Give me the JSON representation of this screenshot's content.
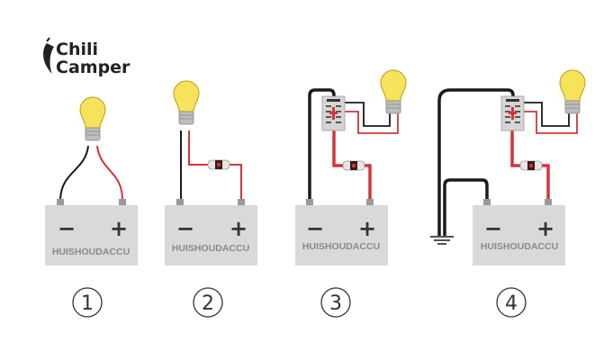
{
  "logo": {
    "line1": "Chili",
    "line2": "Camper"
  },
  "diagrams": [
    {
      "number": "1",
      "battery_label": "HUISHOUDACCU",
      "minus": "−",
      "plus": "+"
    },
    {
      "number": "2",
      "battery_label": "HUISHOUDACCU",
      "minus": "−",
      "plus": "+"
    },
    {
      "number": "3",
      "battery_label": "HUISHOUDACCU",
      "minus": "−",
      "plus": "+"
    },
    {
      "number": "4",
      "battery_label": "HUISHOUDACCU",
      "minus": "−",
      "plus": "+"
    }
  ],
  "colors": {
    "positive_wire": "#d0353b",
    "negative_wire": "#1a1a1a",
    "battery": "#d9d9d9",
    "bulb": "#f7e35a"
  }
}
